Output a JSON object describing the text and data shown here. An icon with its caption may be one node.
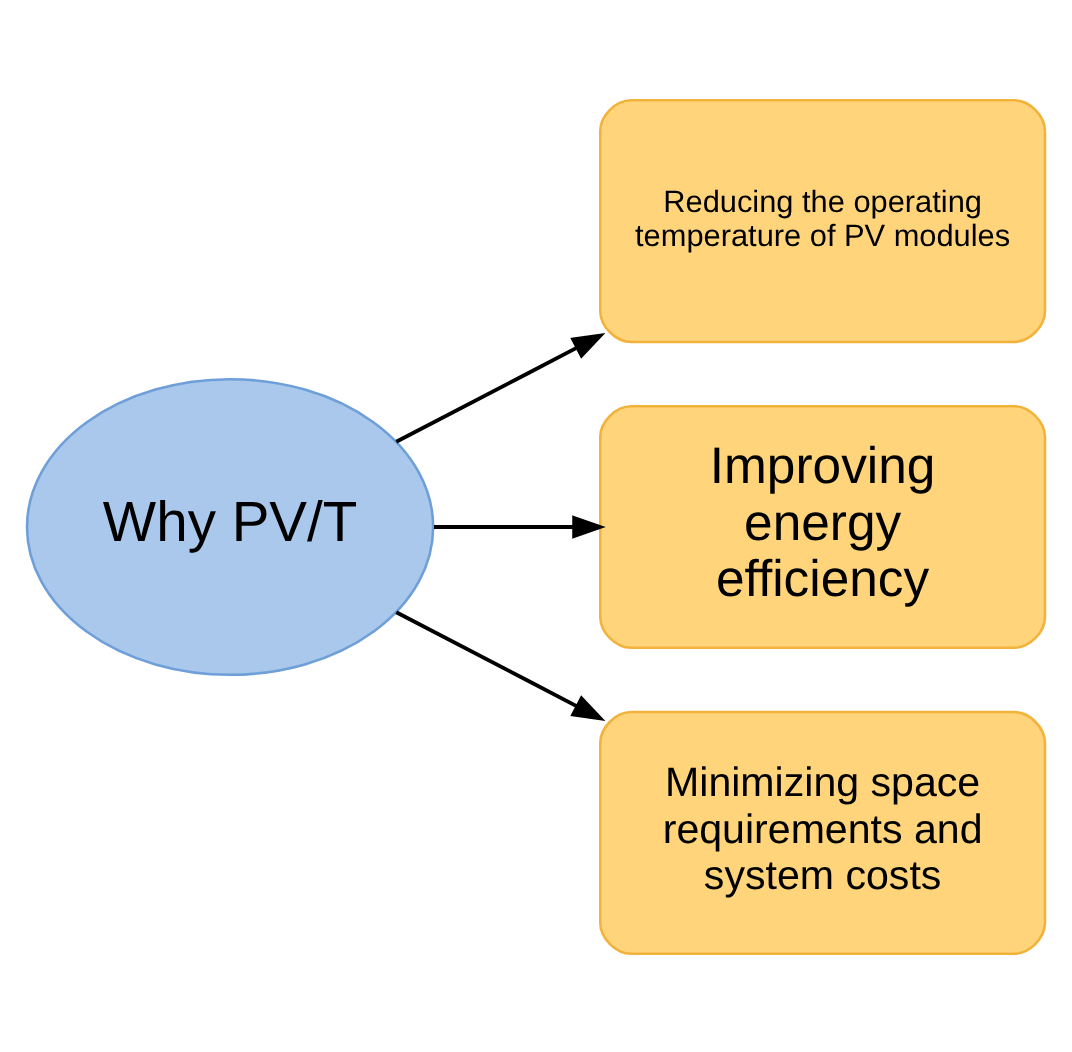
{
  "diagram": {
    "nodes": [
      {
        "text": [
          "Why PV/T"
        ]
      },
      {
        "text": [
          "Reducing the operating temperature of PV modules"
        ]
      },
      {
        "text": [
          "Improving energy efficiency"
        ]
      },
      {
        "text": [
          "Minimizing space requirements and system costs"
        ]
      }
    ],
    "edges": [
      {
        "from": 0,
        "to": 1,
        "arrow": "to"
      },
      {
        "from": 0,
        "to": 2,
        "arrow": "to"
      },
      {
        "from": 0,
        "to": 3,
        "arrow": "to"
      }
    ]
  }
}
